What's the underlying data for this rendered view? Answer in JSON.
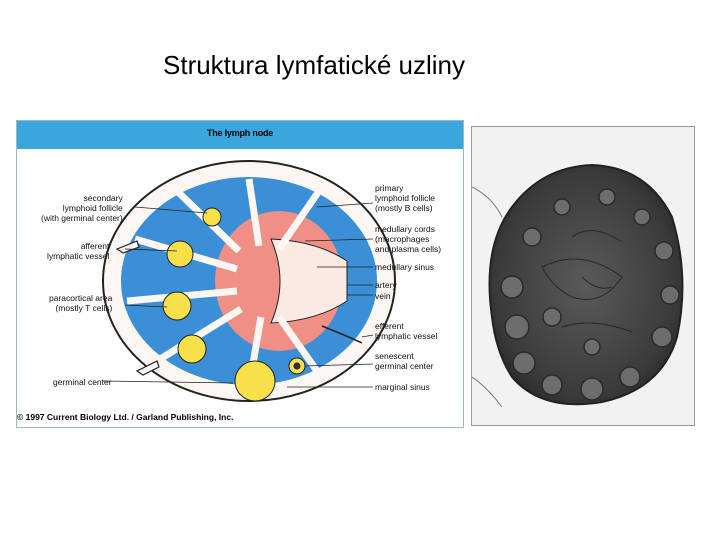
{
  "slide": {
    "title": "Struktura lymfatické uzliny"
  },
  "diagram": {
    "header": "The lymph node",
    "labels": {
      "secondary_follicle": "secondary\nlymphoid follicle\n(with germinal center)",
      "afferent": "afferent\nlymphatic vessel",
      "paracortical": "paracortical area\n(mostly T cells)",
      "germinal_center": "germinal center",
      "primary_follicle": "primary\nlymphoid follicle\n(mostly B cells)",
      "medullary_cords": "medullary cords\n(macrophages\nand plasma cells)",
      "medullary_sinus": "medullary sinus",
      "artery": "artery",
      "vein": "vein",
      "efferent": "efferent\nlymphatic vessel",
      "senescent": "senescent\ngerminal center",
      "marginal_sinus": "marginal sinus"
    },
    "copyright": "© 1997 Current Biology Ltd. / Garland Publishing, Inc.",
    "colors": {
      "header": "#3aa6de",
      "paracortex": "#3b8fd6",
      "medulla": "#ef8f86",
      "follicle": "#f7e04a",
      "sinus": "#fbe9e4"
    }
  },
  "micrograph": {
    "kind": "histology micrograph of lymph node"
  }
}
